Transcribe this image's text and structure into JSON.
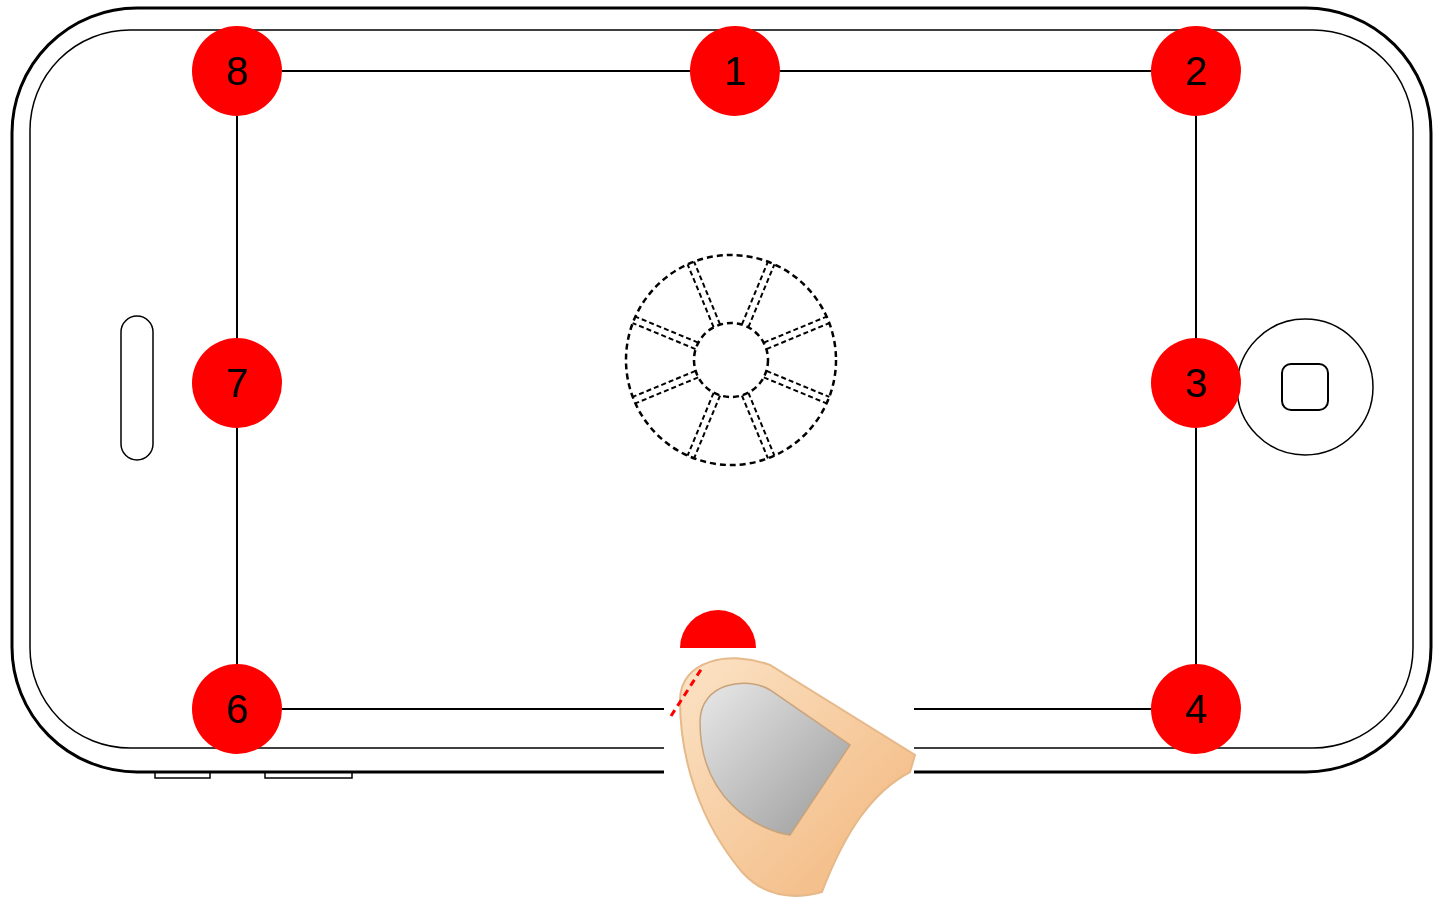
{
  "diagram": {
    "nodes": [
      {
        "text": [
          "8"
        ]
      },
      {
        "text": [
          "1"
        ]
      },
      {
        "text": [
          "2"
        ]
      },
      {
        "text": [
          "7"
        ]
      },
      {
        "text": [
          "3"
        ]
      },
      {
        "text": [
          "6"
        ]
      },
      {
        "text": [
          "4"
        ]
      }
    ],
    "edges": [
      {
        "from": 0,
        "to": 1,
        "arrow": "none"
      },
      {
        "from": 1,
        "to": 2,
        "arrow": "none"
      },
      {
        "from": 2,
        "to": 4,
        "arrow": "none"
      },
      {
        "from": 4,
        "to": 6,
        "arrow": "none"
      },
      {
        "from": 5,
        "to": 6,
        "arrow": "none"
      },
      {
        "from": 5,
        "to": 3,
        "arrow": "none"
      },
      {
        "from": 3,
        "to": 0,
        "arrow": "none"
      }
    ]
  }
}
